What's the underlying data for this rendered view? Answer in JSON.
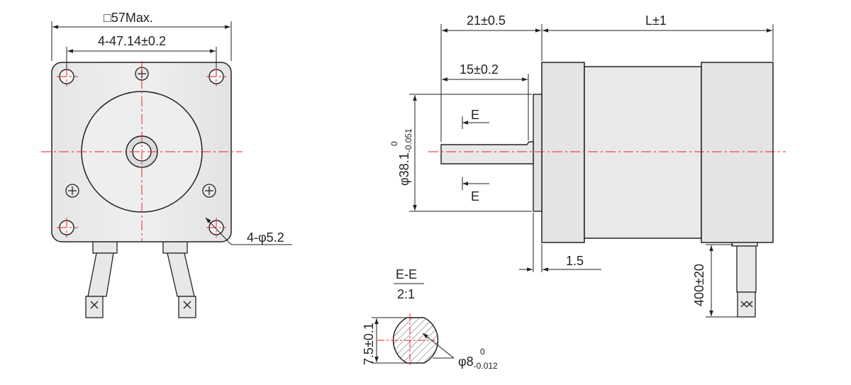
{
  "colors": {
    "line": "#222222",
    "center_line": "#e8212b",
    "body_fill": "#e2e2e2",
    "face_fill": "#ebebeb",
    "hatch": "#555555"
  },
  "front_view": {
    "frame_size": "□57Max.",
    "hole_pitch": "4-47.14±0.2",
    "hole_diameter": "4-φ5.2"
  },
  "side_view": {
    "shaft_length": "21±0.5",
    "motor_length": "L±1",
    "shaft_usable_length": "15±0.2",
    "section_mark": "E",
    "pilot_diameter_prefix": "φ38.1",
    "pilot_tol_upper": "0",
    "pilot_tol_lower": "-0.051",
    "flange_thickness": "1.5",
    "lead_length": "400±20"
  },
  "section": {
    "title": "E-E",
    "scale": "2:1",
    "flat_height": "7.5±0.1",
    "shaft_diameter_prefix": "φ8",
    "shaft_tol_upper": "0",
    "shaft_tol_lower": "-0.012"
  }
}
